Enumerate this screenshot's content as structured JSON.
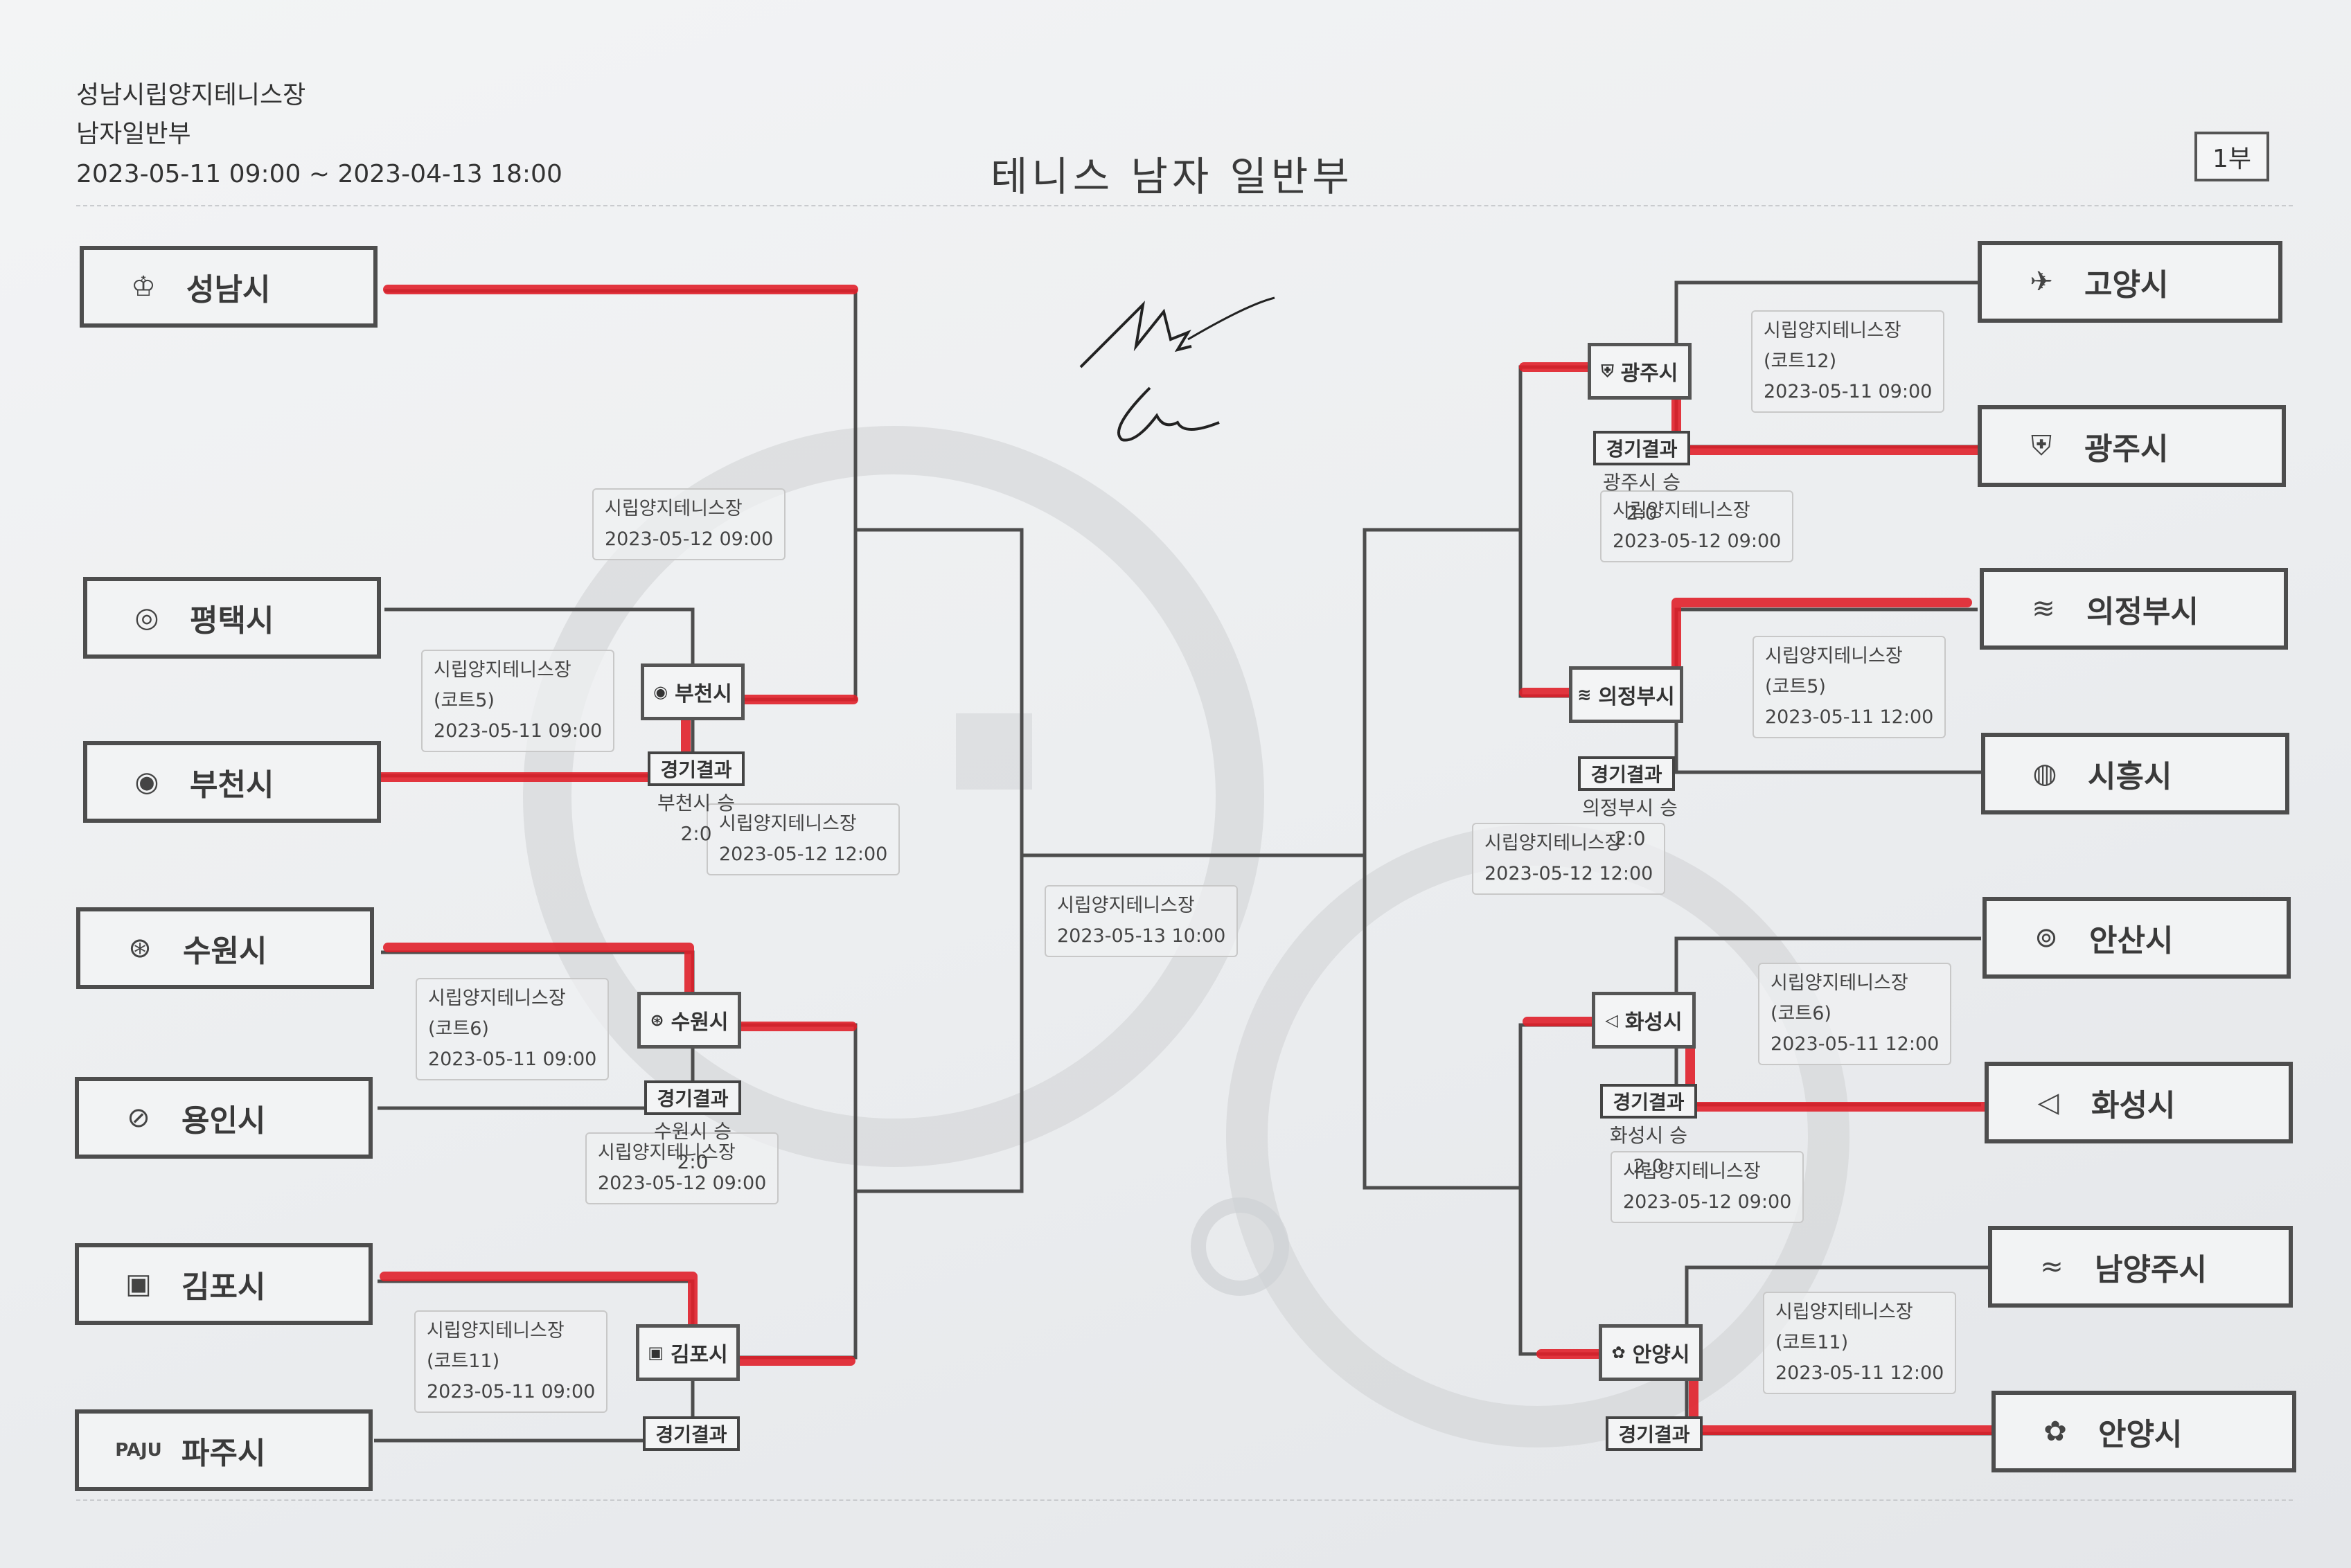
{
  "header": {
    "venue": "성남시립양지테니스장",
    "division": "남자일반부",
    "period": "2023-05-11 09:00 ~ 2023-04-13 18:00",
    "title": "테니스 남자 일반부",
    "part_label": "1부"
  },
  "left_teams": [
    {
      "name": "성남시",
      "icon": "seongnam-emblem-icon"
    },
    {
      "name": "평택시",
      "icon": "pyeongtaek-emblem-icon"
    },
    {
      "name": "부천시",
      "icon": "bucheon-emblem-icon"
    },
    {
      "name": "수원시",
      "icon": "suwon-emblem-icon"
    },
    {
      "name": "용인시",
      "icon": "yongin-emblem-icon"
    },
    {
      "name": "김포시",
      "icon": "gimpo-emblem-icon"
    },
    {
      "name": "파주시",
      "icon": "paju-emblem-icon",
      "logo_text": "PAJU"
    }
  ],
  "right_teams": [
    {
      "name": "고양시",
      "icon": "goyang-emblem-icon"
    },
    {
      "name": "광주시",
      "icon": "gwangju-emblem-icon"
    },
    {
      "name": "의정부시",
      "icon": "uijeongbu-emblem-icon"
    },
    {
      "name": "시흥시",
      "icon": "siheung-emblem-icon"
    },
    {
      "name": "안산시",
      "icon": "ansan-emblem-icon"
    },
    {
      "name": "화성시",
      "icon": "hwaseong-emblem-icon"
    },
    {
      "name": "남양주시",
      "icon": "namyangju-emblem-icon"
    },
    {
      "name": "안양시",
      "icon": "anyang-emblem-icon"
    }
  ],
  "match_boxes": {
    "l_qf1": {
      "venue": "시립양지테니스장",
      "court": "(코트5)",
      "time": "2023-05-11 09:00"
    },
    "l_qf2": {
      "venue": "시립양지테니스장",
      "court": "(코트6)",
      "time": "2023-05-11 09:00"
    },
    "l_qf3": {
      "venue": "시립양지테니스장",
      "court": "(코트11)",
      "time": "2023-05-11 09:00"
    },
    "l_sf1": {
      "venue": "시립양지테니스장",
      "time": "2023-05-12 09:00"
    },
    "l_sf2": {
      "venue": "시립양지테니스장",
      "time": "2023-05-12 12:00"
    },
    "l_sf3": {
      "venue": "시립양지테니스장",
      "time": "2023-05-12 09:00"
    },
    "final": {
      "venue": "시립양지테니스장",
      "time": "2023-05-13 10:00"
    },
    "r_qf1": {
      "venue": "시립양지테니스장",
      "court": "(코트12)",
      "time": "2023-05-11 09:00"
    },
    "r_qf2": {
      "venue": "시립양지테니스장",
      "court": "(코트5)",
      "time": "2023-05-11 12:00"
    },
    "r_qf3": {
      "venue": "시립양지테니스장",
      "court": "(코트6)",
      "time": "2023-05-11 12:00"
    },
    "r_qf4": {
      "venue": "시립양지테니스장",
      "court": "(코트11)",
      "time": "2023-05-11 12:00"
    },
    "r_sf1": {
      "venue": "시립양지테니스장",
      "time": "2023-05-12 09:00"
    },
    "r_sf2": {
      "venue": "시립양지테니스장",
      "time": "2023-05-12 12:00"
    },
    "r_sf3": {
      "venue": "시립양지테니스장",
      "time": "2023-05-12 09:00"
    }
  },
  "winners": {
    "l1": "부천시",
    "l2": "수원시",
    "l3": "김포시",
    "r1": "광주시",
    "r2": "의정부시",
    "r3": "화성시",
    "r4": "안양시"
  },
  "results": {
    "label": "경기결과",
    "l1_line": "부천시 승",
    "l1_score": "2:0",
    "l2_line": "수원시 승",
    "l2_score": "2:0",
    "r1_line": "광주시 승",
    "r1_score": "2:0",
    "r2_line": "의정부시 승",
    "r2_score": "2:0",
    "r3_line": "화성시 승",
    "r3_score": "2:0"
  },
  "colors": {
    "bracket_line": "#4d4d4d",
    "marker_red": "#e0202a"
  }
}
